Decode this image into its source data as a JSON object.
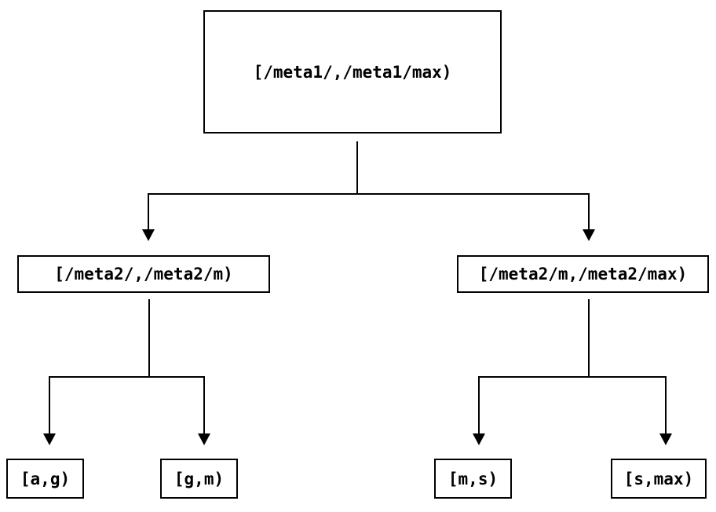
{
  "diagram": {
    "type": "tree",
    "background_color": "#ffffff",
    "line_color": "#000000",
    "text_color": "#000000",
    "nodes": [
      {
        "id": "root",
        "level": 1,
        "label": "[/meta1/,/meta1/max)"
      },
      {
        "id": "meta2-left",
        "level": 2,
        "label": "[/meta2/,/meta2/m)"
      },
      {
        "id": "meta2-right",
        "level": 2,
        "label": "[/meta2/m,/meta2/max)"
      },
      {
        "id": "leaf-ag",
        "level": 3,
        "label": "[a,g)"
      },
      {
        "id": "leaf-gm",
        "level": 3,
        "label": "[g,m)"
      },
      {
        "id": "leaf-ms",
        "level": 3,
        "label": "[m,s)"
      },
      {
        "id": "leaf-smax",
        "level": 3,
        "label": "[s,max)"
      }
    ],
    "edges": [
      {
        "from": "root",
        "to": "meta2-left"
      },
      {
        "from": "root",
        "to": "meta2-right"
      },
      {
        "from": "meta2-left",
        "to": "leaf-ag"
      },
      {
        "from": "meta2-left",
        "to": "leaf-gm"
      },
      {
        "from": "meta2-right",
        "to": "leaf-ms"
      },
      {
        "from": "meta2-right",
        "to": "leaf-smax"
      }
    ]
  }
}
